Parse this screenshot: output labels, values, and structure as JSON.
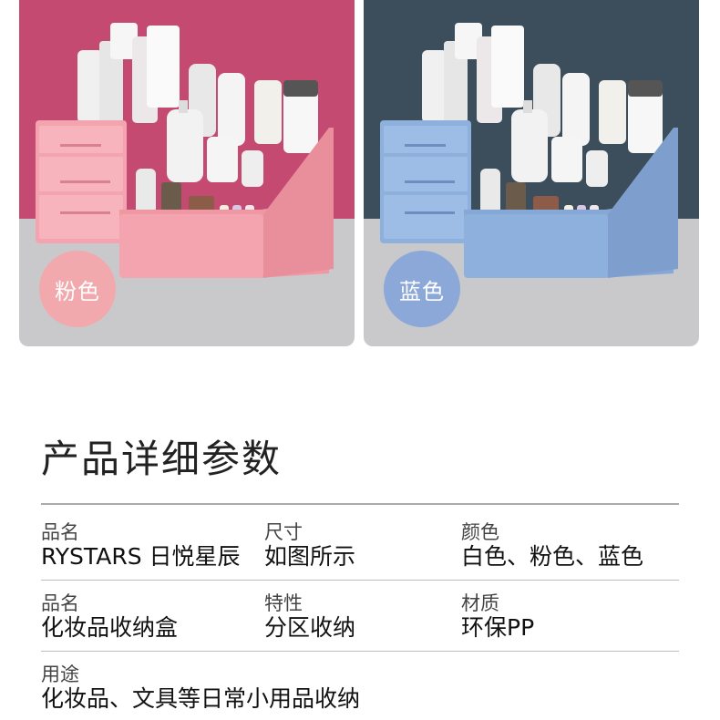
{
  "colors": {
    "pink_bg": "#c44a72",
    "blue_bg": "#3c4e5c",
    "floor": "#c9c9cc",
    "pink_box": "#f4a4ae",
    "blue_box": "#8eb0dc",
    "pink_swatch": "#f1a9ad",
    "blue_swatch": "#8ba8d8"
  },
  "variants": [
    {
      "name": "粉色"
    },
    {
      "name": "蓝色"
    }
  ],
  "section_title": "产品详细参数",
  "specs": [
    {
      "label": "品名",
      "value": "RYSTARS 日悦星辰"
    },
    {
      "label": "尺寸",
      "value": "如图所示"
    },
    {
      "label": "颜色",
      "value": "白色、粉色、蓝色"
    },
    {
      "label": "品名",
      "value": "化妆品收纳盒"
    },
    {
      "label": "特性",
      "value": "分区收纳"
    },
    {
      "label": "材质",
      "value": "环保PP"
    },
    {
      "label": "用途",
      "value": "化妆品、文具等日常小用品收纳"
    }
  ]
}
